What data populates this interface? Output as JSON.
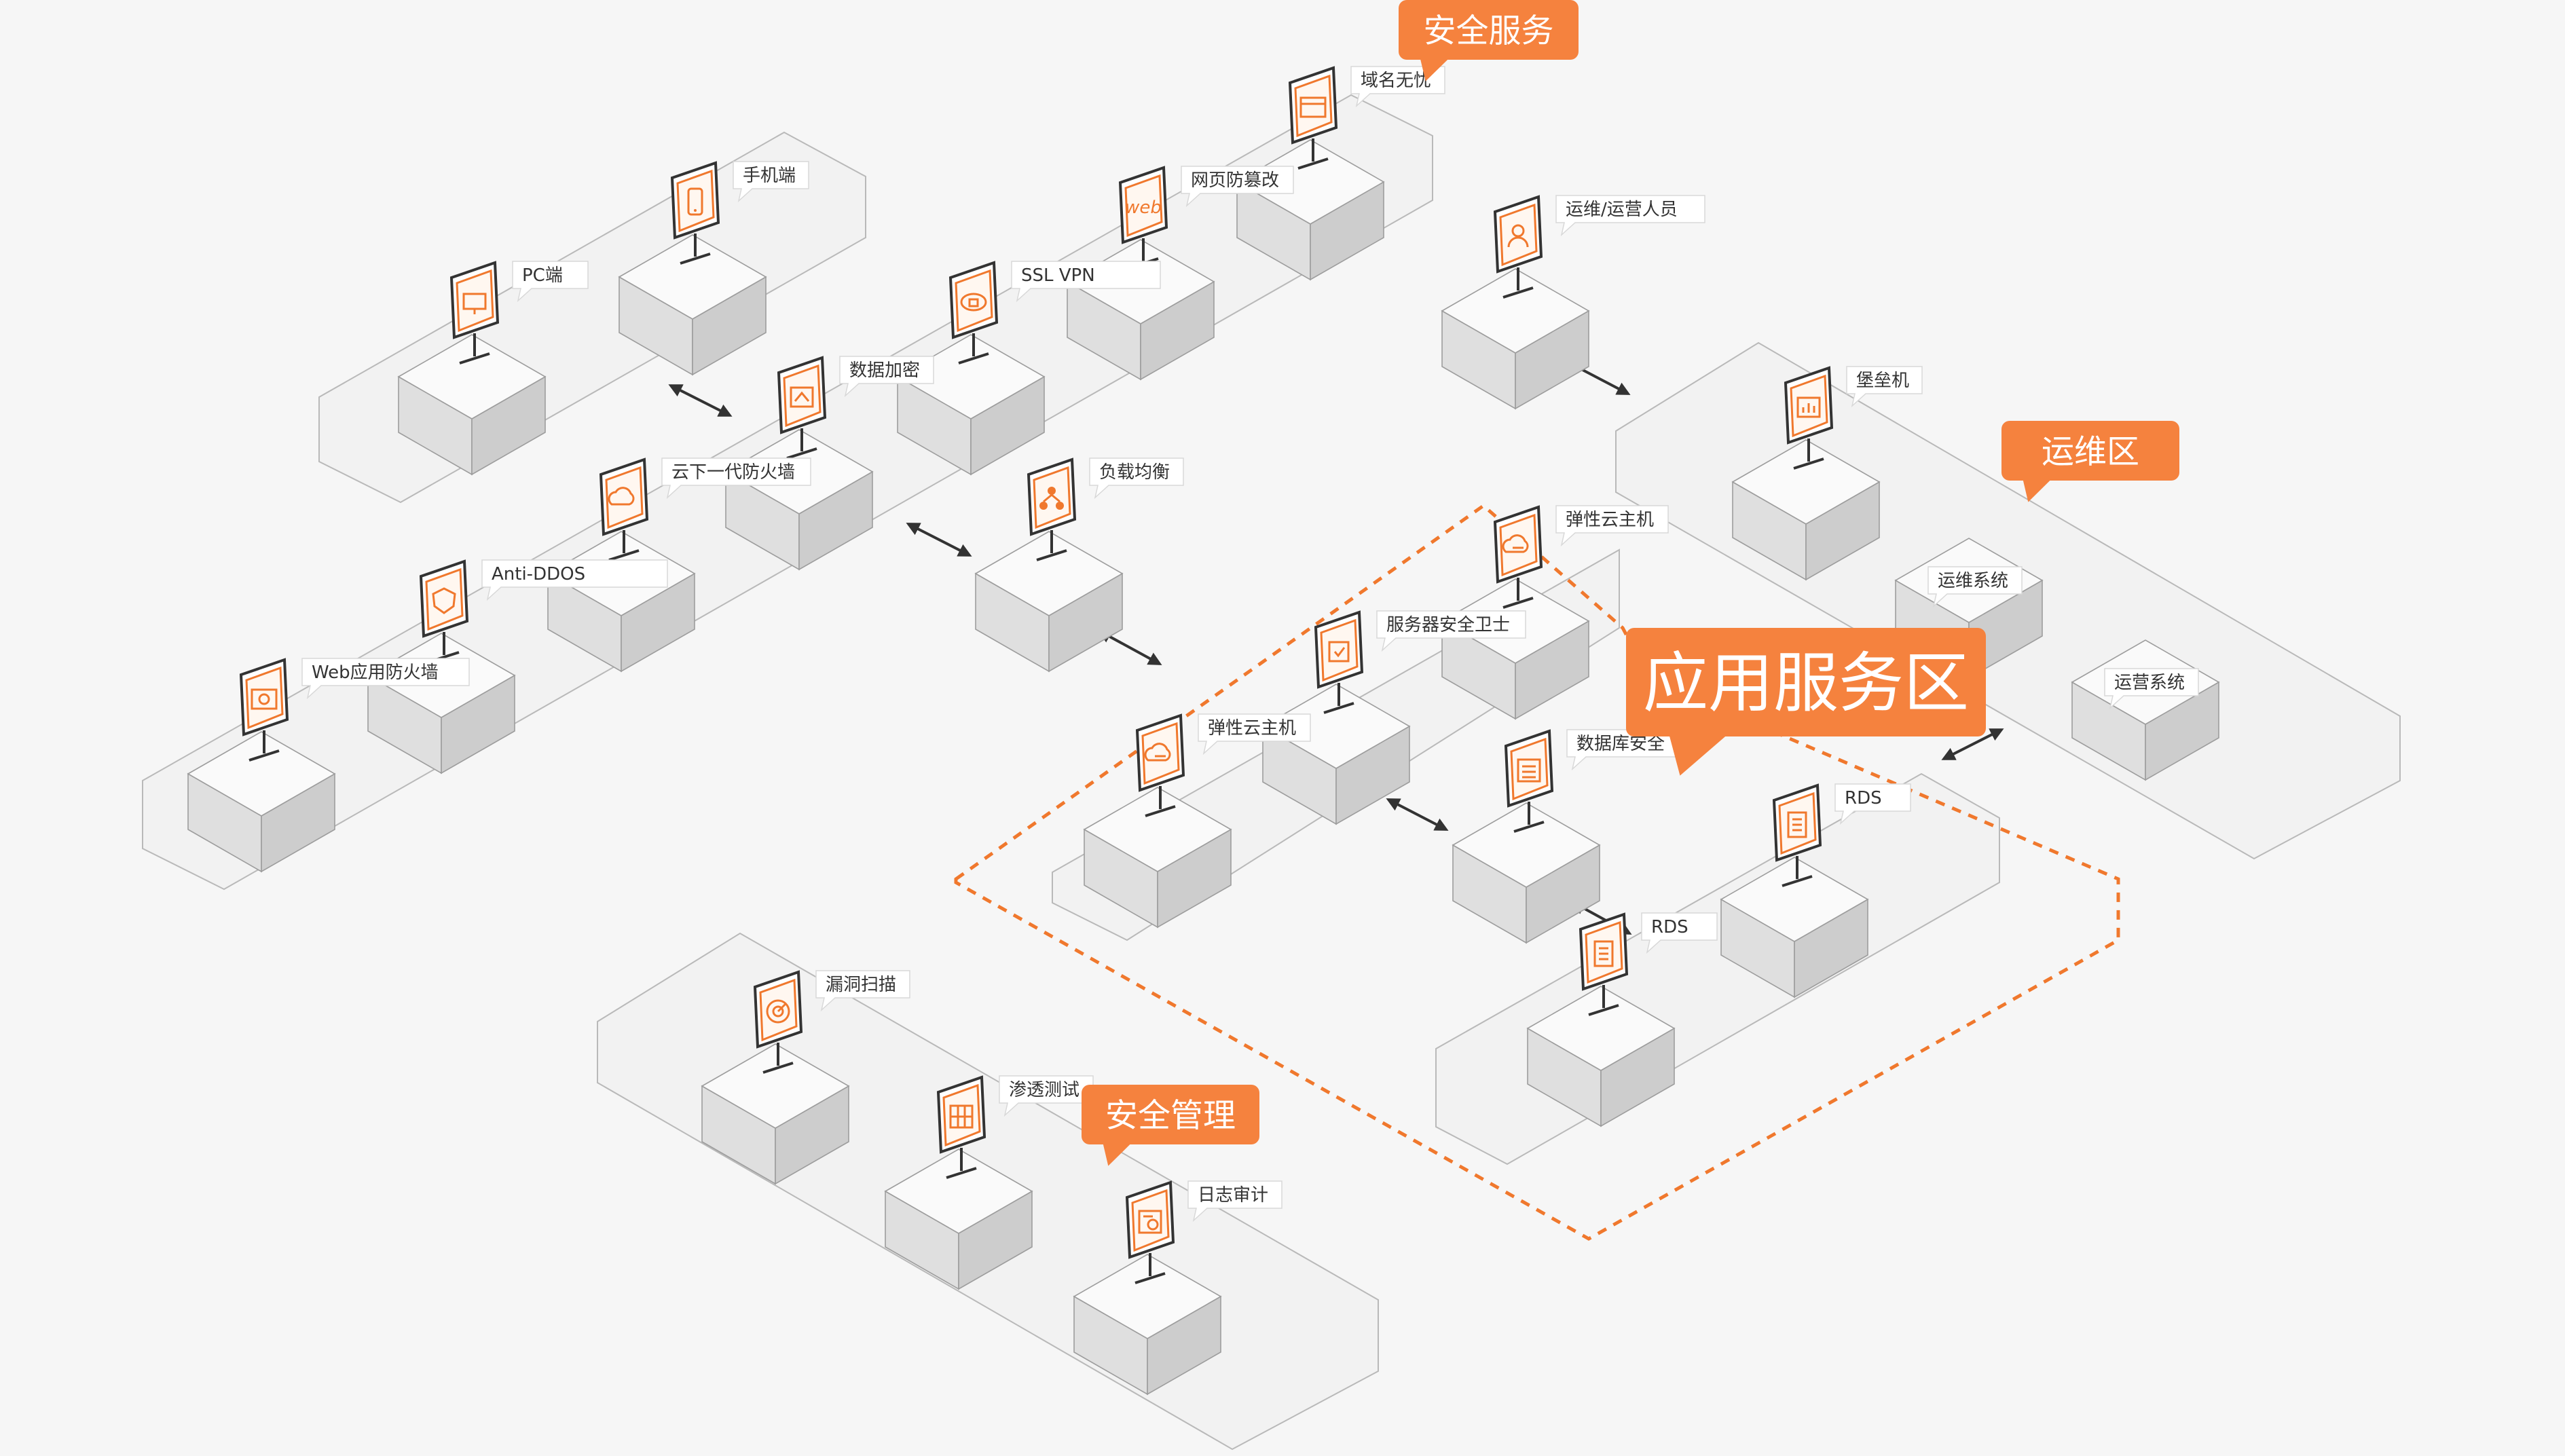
{
  "zones": {
    "security_service": "安全服务",
    "ops_zone": "运维区",
    "app_zone": "应用服务区",
    "security_management": "安全管理"
  },
  "nodes": {
    "pc": "PC端",
    "mobile": "手机端",
    "domain_guard": "域名无忧",
    "web_tamper": "网页防篡改",
    "ssl_vpn": "SSL VPN",
    "data_encrypt": "数据加密",
    "ngfw": "云下一代防火墙",
    "anti_ddos": "Anti-DDOS",
    "waf": "Web应用防火墙",
    "load_balance": "负载均衡",
    "ops_person": "运维/运营人员",
    "bastion": "堡垒机",
    "ops_system": "运维系统",
    "operation_system": "运营系统",
    "ecs_1": "弹性云主机",
    "host_guard": "服务器安全卫士",
    "ecs_2": "弹性云主机",
    "db_security": "数据库安全",
    "rds_1": "RDS",
    "rds_2": "RDS",
    "vuln_scan": "漏洞扫描",
    "pentest": "渗透测试",
    "log_audit": "日志审计"
  },
  "icons": {
    "pc": "desktop-icon",
    "mobile": "phone-icon",
    "domain_guard": "browser-window-icon",
    "web_tamper": "web-text-icon",
    "ssl_vpn": "lock-cloud-icon",
    "data_encrypt": "key-icon",
    "ngfw": "cloud-firewall-icon",
    "anti_ddos": "shield-icon",
    "waf": "web-shield-icon",
    "load_balance": "network-nodes-icon",
    "ops_person": "user-icon",
    "bastion": "bar-chart-icon",
    "ecs": "cloud-server-icon",
    "host_guard": "server-shield-icon",
    "db_security": "database-icon",
    "rds": "document-list-icon",
    "vuln_scan": "scan-icon",
    "pentest": "grid-icon",
    "log_audit": "log-icon"
  },
  "colors": {
    "accent": "#f5823e",
    "dashed_border": "#f0782d"
  }
}
